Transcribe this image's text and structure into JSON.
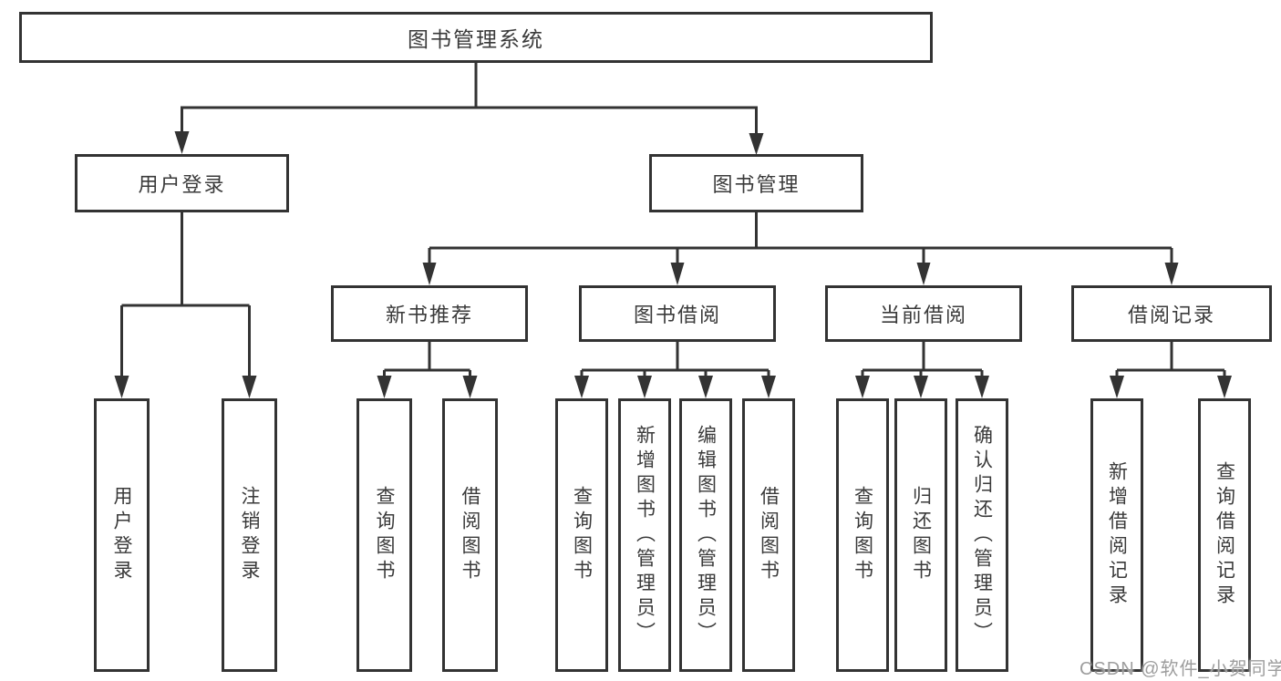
{
  "tree": {
    "root": {
      "label": "图书管理系统",
      "children": [
        {
          "label": "用户登录",
          "children": [
            {
              "label": "用户登录"
            },
            {
              "label": "注销登录"
            }
          ]
        },
        {
          "label": "图书管理",
          "children": [
            {
              "label": "新书推荐",
              "children": [
                {
                  "label": "查询图书"
                },
                {
                  "label": "借阅图书"
                }
              ]
            },
            {
              "label": "图书借阅",
              "children": [
                {
                  "label": "查询图书"
                },
                {
                  "label": "新增图书（管理员）"
                },
                {
                  "label": "编辑图书（管理员）"
                },
                {
                  "label": "借阅图书"
                }
              ]
            },
            {
              "label": "当前借阅",
              "children": [
                {
                  "label": "查询图书"
                },
                {
                  "label": "归还图书"
                },
                {
                  "label": "确认归还（管理员）"
                }
              ]
            },
            {
              "label": "借阅记录",
              "children": [
                {
                  "label": "新增借阅记录"
                },
                {
                  "label": "查询借阅记录"
                }
              ]
            }
          ]
        }
      ]
    }
  },
  "watermark": {
    "text": "CSDN @软件_小贺同学"
  },
  "colors": {
    "line": "#333333",
    "box_border": "#333333",
    "text": "#3a3a3a",
    "watermark": "#9e9e9e",
    "background": "#ffffff"
  }
}
